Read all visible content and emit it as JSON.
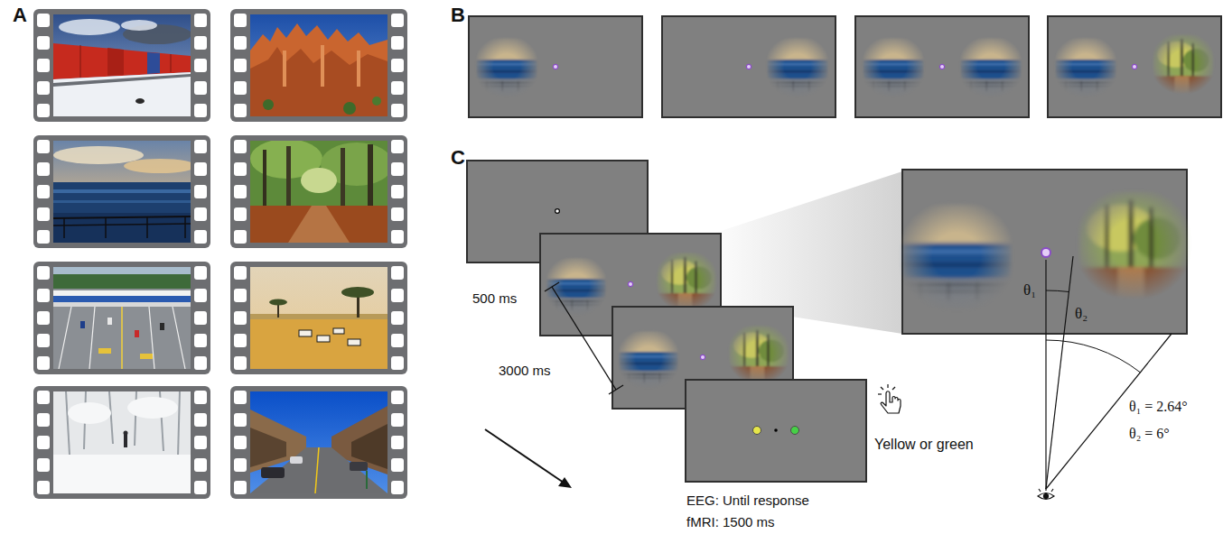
{
  "diagram": {
    "labels": [
      "A",
      "B",
      "C",
      "500 ms",
      "3000 ms",
      "EEG: Until response",
      "fMRI: 1500 ms",
      "Yellow or green",
      "θ₁",
      "θ₂",
      "θ₁ = 2.64°",
      "θ₂ = 6°"
    ]
  }
}
